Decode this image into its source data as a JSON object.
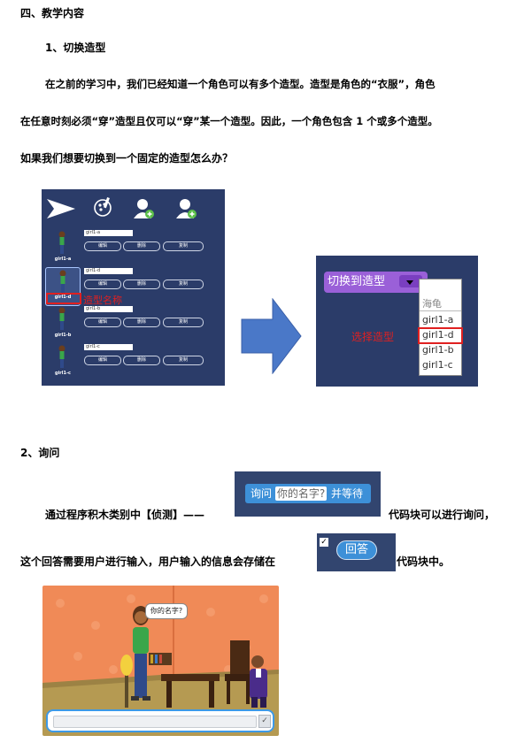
{
  "section4": {
    "heading": "四、教学内容",
    "sub1_title": "1、切换造型",
    "para1_line1": "在之前的学习中，我们已经知道一个角色可以有多个造型。造型是角色的“衣服”，角色",
    "para1_line2": "在任意时刻必须“穿”造型且仅可以“穿”某一个造型。因此，一个角色包含 1 个或多个造型。",
    "para1_line3": "如果我们想要切换到一个固定的造型怎么办？"
  },
  "costume_panel": {
    "costumes": [
      {
        "thumb_label": "girl1-a",
        "name": "girl1-a"
      },
      {
        "thumb_label": "girl1-d",
        "name": "girl1-d"
      },
      {
        "thumb_label": "girl1-b",
        "name": "girl1-b"
      },
      {
        "thumb_label": "girl1-c",
        "name": "girl1-c"
      }
    ],
    "btn_edit": "编辑",
    "btn_delete": "删除",
    "btn_copy": "复制",
    "annotation": "造型名称"
  },
  "switch_panel": {
    "block_label": "切换到造型",
    "annotation": "选择造型",
    "options": [
      "海龟",
      "girl1-a",
      "girl1-d",
      "girl1-b",
      "girl1-c"
    ],
    "selected": "girl1-d"
  },
  "sub2": {
    "title": "2、询问",
    "line1_before": "通过程序积木类别中【侦测】——",
    "line1_after": "代码块可以进行询问，",
    "line2_before": "这个回答需要用户进行输入，用户输入的信息会存储在",
    "line2_after": "代码块中。"
  },
  "ask_block": {
    "prefix": "询问",
    "input": "你的名字?",
    "suffix": "并等待"
  },
  "answer_block": {
    "check": "✓",
    "label": "回答"
  },
  "stage": {
    "speech": "你的名字?",
    "submit_icon": "check-icon",
    "colors": {
      "wall": "#f08a57",
      "floor": "#b59a52"
    }
  }
}
